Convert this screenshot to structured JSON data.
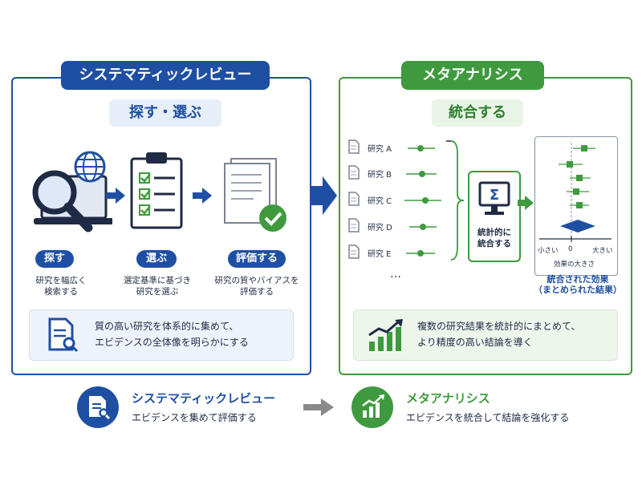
{
  "left": {
    "title": "システマティックレビュー",
    "subtitle": "探す・選ぶ",
    "steps": [
      {
        "label": "探す",
        "caption": "研究を幅広く\n検索する"
      },
      {
        "label": "選ぶ",
        "caption": "選定基準に基づき\n研究を選ぶ"
      },
      {
        "label": "評価する",
        "caption": "研究の質やバイアスを\n評価する"
      }
    ],
    "note": "質の高い研究を体系的に集めて、\nエビデンスの全体像を明らかにする"
  },
  "right": {
    "title": "メタアナリシス",
    "subtitle": "統合する",
    "studies": [
      "研究 A",
      "研究 B",
      "研究 C",
      "研究 D",
      "研究 E"
    ],
    "ellipsis": "…",
    "integrate_label": "統計的に\n統合する",
    "sigma": "Σ",
    "forest": {
      "small": "小さい",
      "zero": "0",
      "large": "大きい",
      "axis_label": "効果の大きさ"
    },
    "combined_label": "統合された効果\n（まとめられた結果）",
    "note": "複数の研究結果を統計的にまとめて、\nより精度の高い結論を導く"
  },
  "bottom": {
    "left_title": "システマティックレビュー",
    "left_desc": "エビデンスを集めて評価する",
    "right_title": "メタアナリシス",
    "right_desc": "エビデンスを統合して結論を強化する"
  },
  "colors": {
    "blue": "#1f4fa3",
    "green": "#3f9a3f",
    "gray_arrow": "#8a8a8a"
  }
}
